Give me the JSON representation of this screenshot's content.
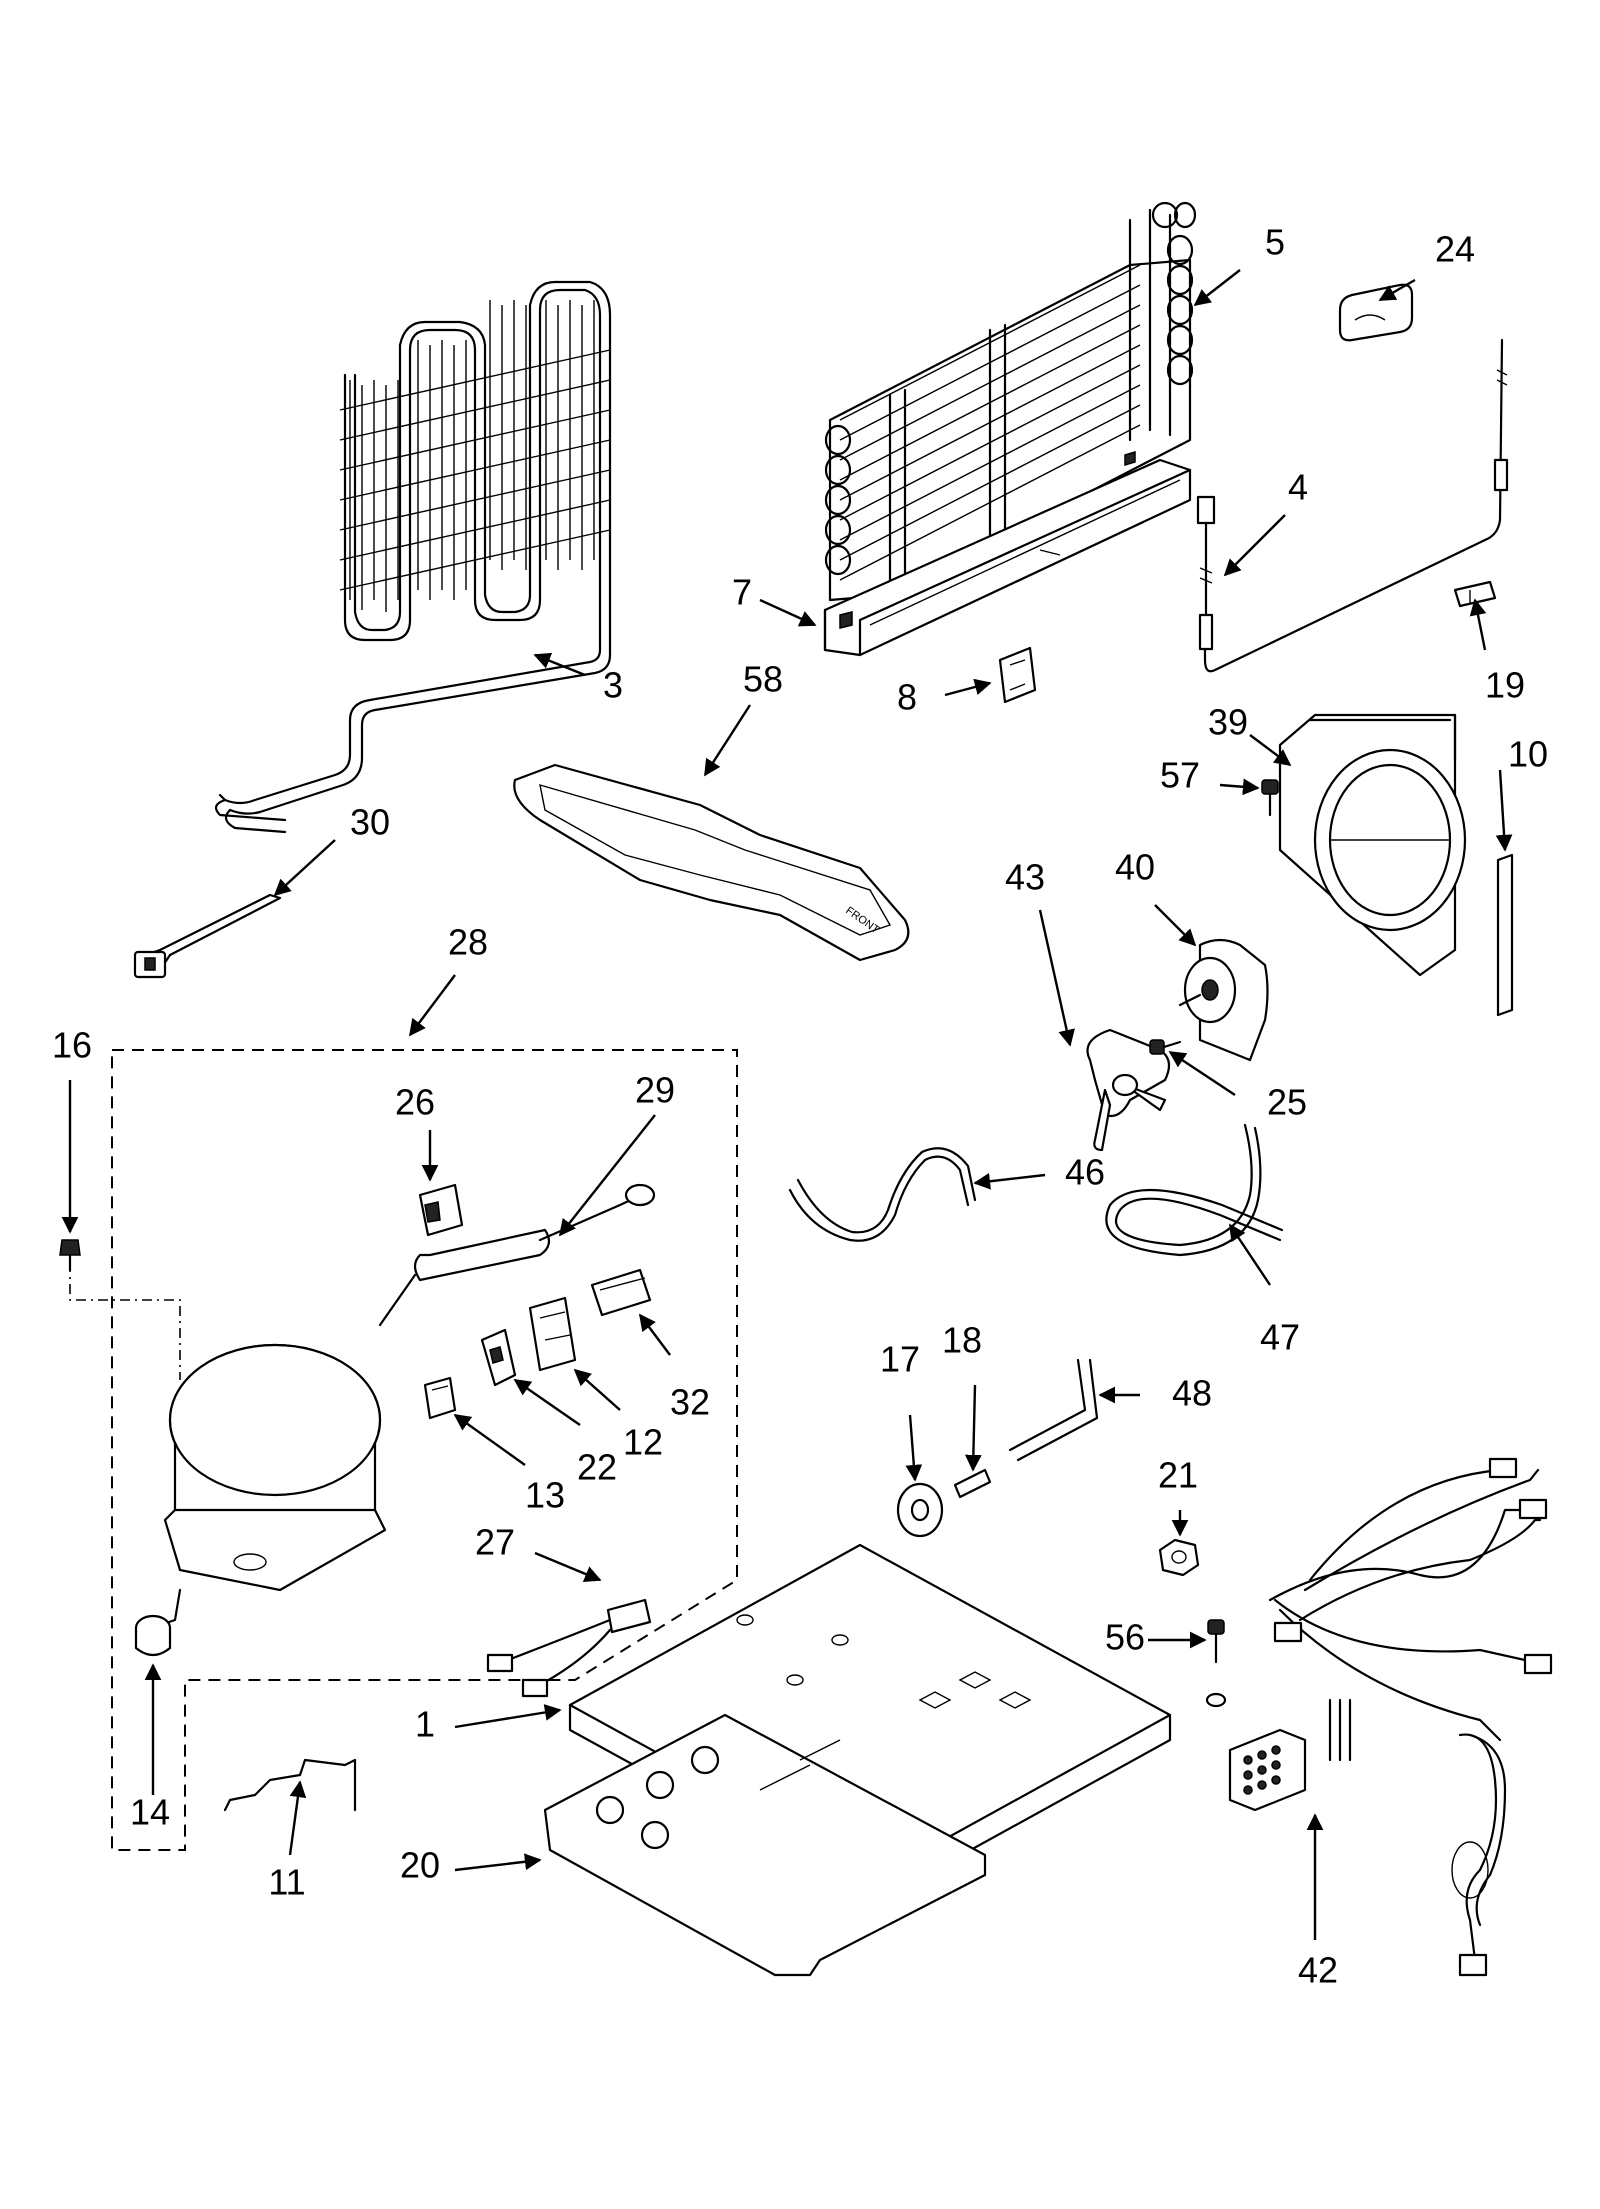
{
  "diagram": {
    "tray_text": [
      "FRONT"
    ],
    "callouts": [
      {
        "id": "c3",
        "label": "3"
      },
      {
        "id": "c5",
        "label": "5"
      },
      {
        "id": "c24",
        "label": "24"
      },
      {
        "id": "c4",
        "label": "4"
      },
      {
        "id": "c7",
        "label": "7"
      },
      {
        "id": "c8",
        "label": "8"
      },
      {
        "id": "c19",
        "label": "19"
      },
      {
        "id": "c58",
        "label": "58"
      },
      {
        "id": "c39",
        "label": "39"
      },
      {
        "id": "c57",
        "label": "57"
      },
      {
        "id": "c10",
        "label": "10"
      },
      {
        "id": "c30",
        "label": "30"
      },
      {
        "id": "c28",
        "label": "28"
      },
      {
        "id": "c40",
        "label": "40"
      },
      {
        "id": "c43",
        "label": "43"
      },
      {
        "id": "c25",
        "label": "25"
      },
      {
        "id": "c16",
        "label": "16"
      },
      {
        "id": "c26",
        "label": "26"
      },
      {
        "id": "c29",
        "label": "29"
      },
      {
        "id": "c46",
        "label": "46"
      },
      {
        "id": "c47",
        "label": "47"
      },
      {
        "id": "c32",
        "label": "32"
      },
      {
        "id": "c12",
        "label": "12"
      },
      {
        "id": "c22",
        "label": "22"
      },
      {
        "id": "c13",
        "label": "13"
      },
      {
        "id": "c17",
        "label": "17"
      },
      {
        "id": "c18",
        "label": "18"
      },
      {
        "id": "c48",
        "label": "48"
      },
      {
        "id": "c21",
        "label": "21"
      },
      {
        "id": "c27",
        "label": "27"
      },
      {
        "id": "c56",
        "label": "56"
      },
      {
        "id": "c1",
        "label": "1"
      },
      {
        "id": "c14",
        "label": "14"
      },
      {
        "id": "c11",
        "label": "11"
      },
      {
        "id": "c20",
        "label": "20"
      },
      {
        "id": "c42",
        "label": "42"
      }
    ]
  }
}
